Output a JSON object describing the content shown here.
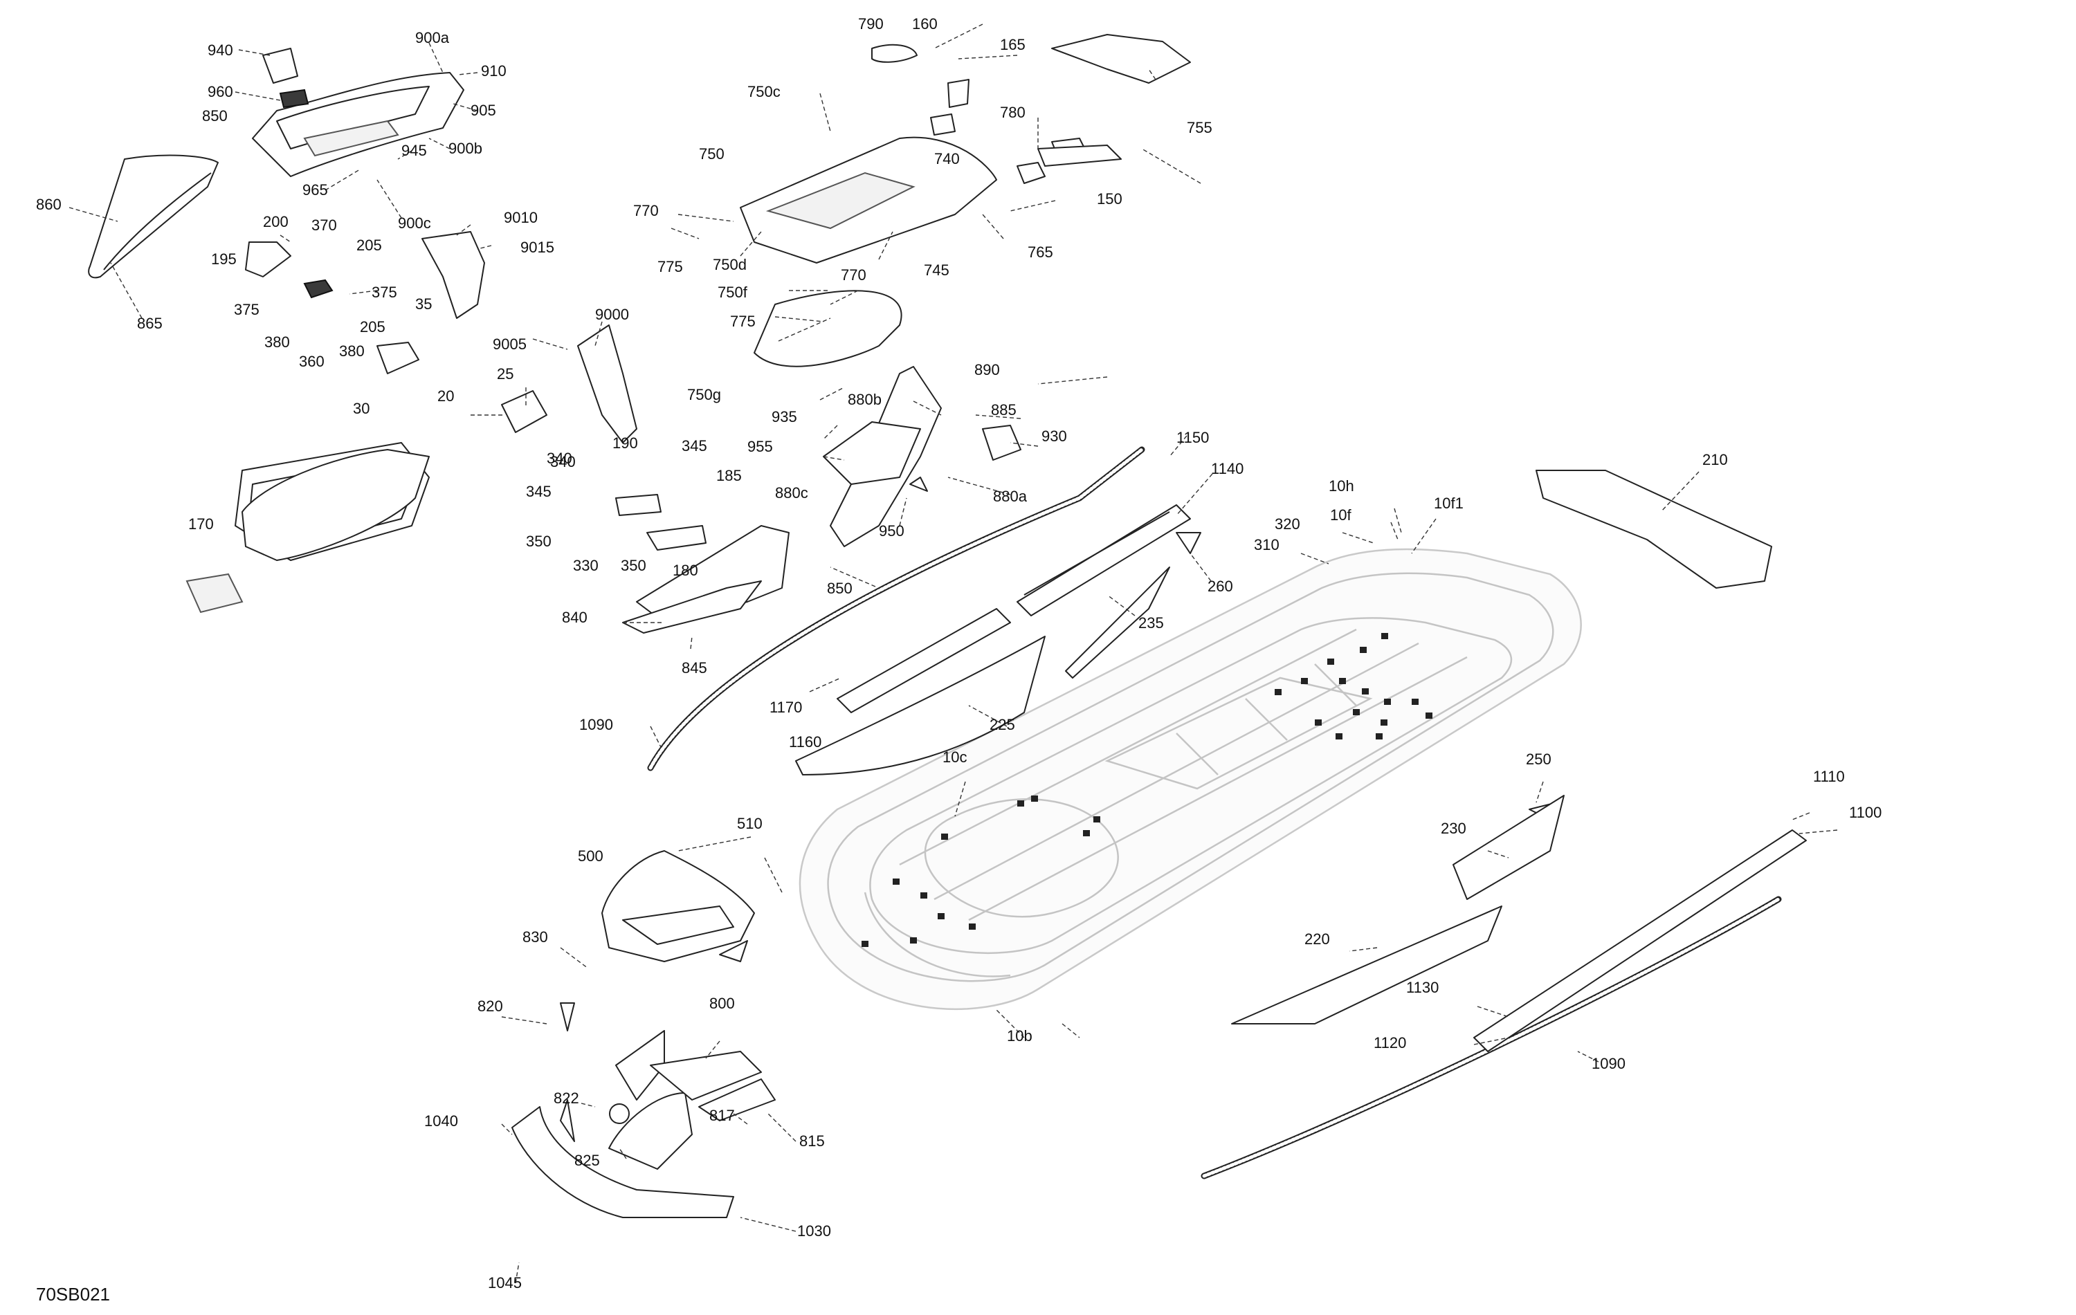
{
  "diagram": {
    "reference_code": "70SB021",
    "callouts": [
      "940",
      "900a",
      "910",
      "960",
      "905",
      "850",
      "900b",
      "945",
      "965",
      "900c",
      "860",
      "200",
      "370",
      "205",
      "195",
      "375",
      "375",
      "35",
      "205",
      "380",
      "360",
      "380",
      "865",
      "30",
      "9010",
      "9015",
      "9005",
      "9000",
      "25",
      "20",
      "790",
      "160",
      "165",
      "755",
      "750c",
      "780",
      "740",
      "150",
      "750",
      "770",
      "775",
      "765",
      "750d",
      "770",
      "745",
      "750f",
      "775",
      "750g",
      "890",
      "880b",
      "885",
      "935",
      "930",
      "955",
      "340",
      "345",
      "190",
      "340",
      "185",
      "345",
      "880c",
      "880a",
      "950",
      "350",
      "330",
      "350",
      "180",
      "850",
      "170",
      "840",
      "845",
      "1150",
      "1140",
      "1090",
      "1170",
      "1160",
      "225",
      "235",
      "260",
      "10h",
      "320",
      "10f",
      "10f1",
      "310",
      "210",
      "510",
      "500",
      "10c",
      "250",
      "1110",
      "1100",
      "230",
      "830",
      "220",
      "800",
      "820",
      "822",
      "1130",
      "1120",
      "1090",
      "1040",
      "817",
      "815",
      "825",
      "10b",
      "1030",
      "1045"
    ]
  }
}
